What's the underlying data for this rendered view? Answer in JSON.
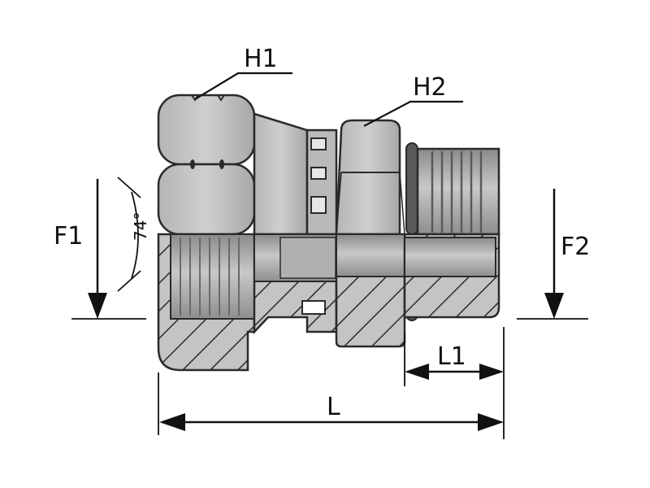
{
  "labels": {
    "h1": "H1",
    "h2": "H2",
    "f1": "F1",
    "f2": "F2",
    "angle": "74°",
    "l1": "L1",
    "l": "L"
  },
  "colors": {
    "background": "#ffffff",
    "metal_light": "#c4c4c4",
    "metal_mid": "#a9a9a9",
    "metal_dark": "#7e7e7e",
    "outline": "#2a2a2a",
    "hatch": "#2a2a2a"
  }
}
